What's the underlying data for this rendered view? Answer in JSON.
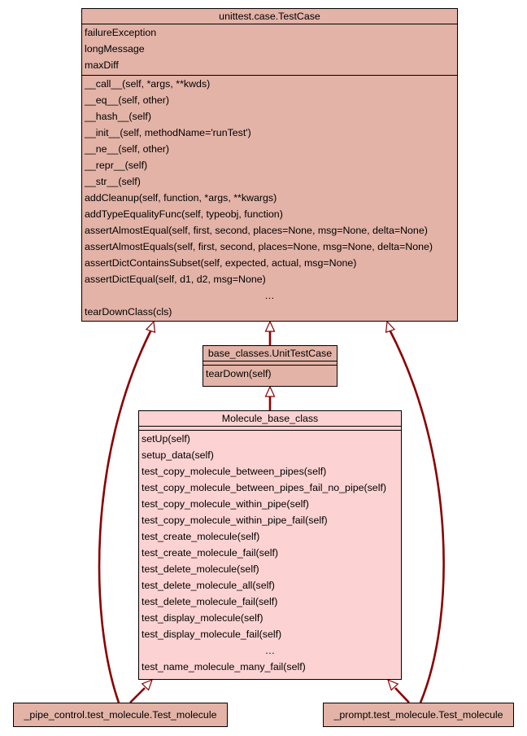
{
  "classes": {
    "testcase": {
      "name": "unittest.case.TestCase",
      "attributes": [
        "failureException",
        "longMessage",
        "maxDiff"
      ],
      "methods": [
        "__call__(self, *args, **kwds)",
        "__eq__(self, other)",
        "__hash__(self)",
        "__init__(self, methodName='runTest')",
        "__ne__(self, other)",
        "__repr__(self)",
        "__str__(self)",
        "addCleanup(self, function, *args, **kwargs)",
        "addTypeEqualityFunc(self, typeobj, function)",
        "assertAlmostEqual(self, first, second, places=None, msg=None, delta=None)",
        "assertAlmostEquals(self, first, second, places=None, msg=None, delta=None)",
        "assertDictContainsSubset(self, expected, actual, msg=None)",
        "assertDictEqual(self, d1, d2, msg=None)",
        "...",
        "tearDownClass(cls)"
      ]
    },
    "unittestcase": {
      "name": "base_classes.UnitTestCase",
      "attributes": [],
      "methods": [
        "tearDown(self)"
      ]
    },
    "molecule_base": {
      "name": "Molecule_base_class",
      "attributes": [],
      "methods": [
        "setUp(self)",
        "setup_data(self)",
        "test_copy_molecule_between_pipes(self)",
        "test_copy_molecule_between_pipes_fail_no_pipe(self)",
        "test_copy_molecule_within_pipe(self)",
        "test_copy_molecule_within_pipe_fail(self)",
        "test_create_molecule(self)",
        "test_create_molecule_fail(self)",
        "test_delete_molecule(self)",
        "test_delete_molecule_all(self)",
        "test_delete_molecule_fail(self)",
        "test_display_molecule(self)",
        "test_display_molecule_fail(self)",
        "...",
        "test_name_molecule_many_fail(self)"
      ]
    },
    "pipe_control": {
      "name": "_pipe_control.test_molecule.Test_molecule"
    },
    "prompt": {
      "name": "_prompt.test_molecule.Test_molecule"
    }
  },
  "colors": {
    "dark_fill": "#e3b3a7",
    "light_fill": "#fcd2d2",
    "edge": "#8b0000"
  }
}
